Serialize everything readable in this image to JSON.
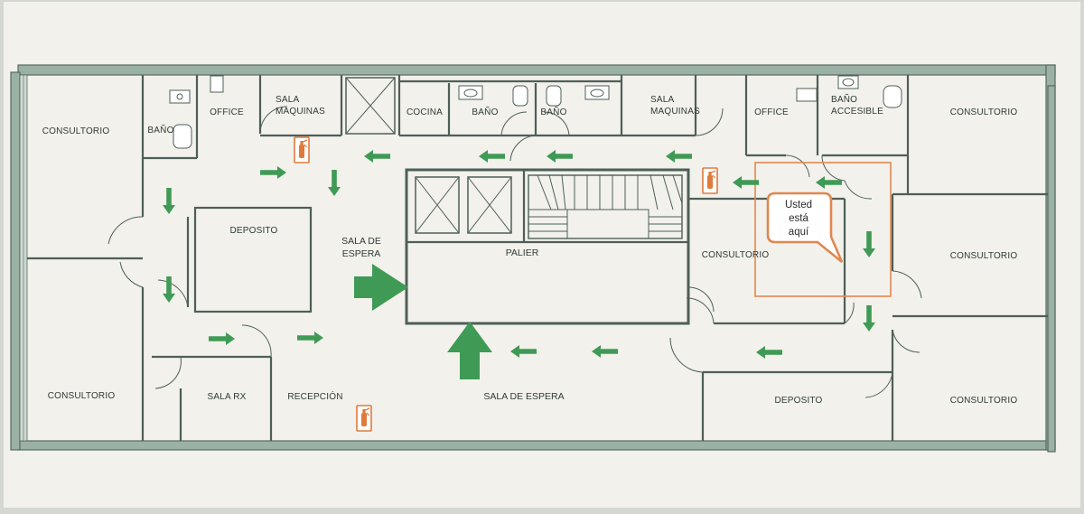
{
  "colors": {
    "paper": "#f2f1ec",
    "wall": "#9bb1a6",
    "arrow": "#3f9a55",
    "extinguisher": "#e07a3c",
    "marker": "#e08850"
  },
  "rooms": {
    "consultorio_nw": "CONSULTORIO",
    "consultorio_sw": "CONSULTORIO",
    "bano_w": "BAÑO",
    "office_w": "OFFICE",
    "sala_maquinas_w_1": "SALA",
    "sala_maquinas_w_2": "MAQUINAS",
    "cocina": "COCINA",
    "bano_c1": "BAÑO",
    "bano_c2": "BAÑO",
    "sala_maquinas_e_1": "SALA",
    "sala_maquinas_e_2": "MAQUINAS",
    "office_e": "OFFICE",
    "bano_accesible_1": "BAÑO",
    "bano_accesible_2": "ACCESIBLE",
    "consultorio_ne": "CONSULTORIO",
    "consultorio_e_mid": "CONSULTORIO",
    "consultorio_se": "CONSULTORIO",
    "deposito_w": "DEPOSITO",
    "sala_espera_n_1": "SALA DE",
    "sala_espera_n_2": "ESPERA",
    "palier": "PALIER",
    "consultorio_c": "CONSULTORIO",
    "sala_rx": "SALA RX",
    "recepcion": "RECEPCIÓN",
    "sala_espera_s": "SALA DE ESPERA",
    "deposito_e": "DEPOSITO"
  },
  "marker": {
    "line1": "Usted",
    "line2": "está",
    "line3": "aquí"
  },
  "icons": {
    "extinguisher": "fire-extinguisher-icon",
    "exit_arrow": "evacuation-arrow-icon"
  }
}
